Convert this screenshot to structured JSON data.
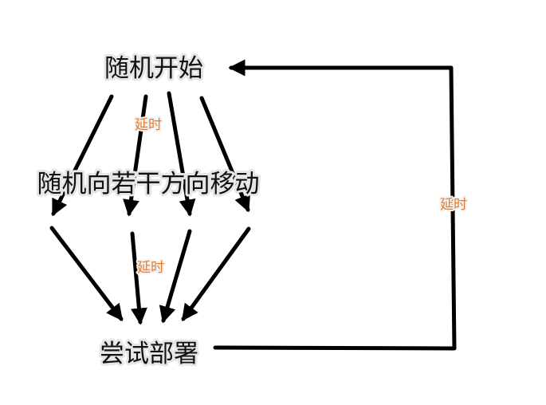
{
  "nodes": {
    "start": "随机开始",
    "move": "随机向若干方向移动",
    "deploy": "尝试部署"
  },
  "delay_labels": {
    "top": "延时",
    "middle": "延时",
    "loop": "延时"
  },
  "colors": {
    "edge": "#000000",
    "node_text": "#111111",
    "delay_text": "#ea7a2a"
  }
}
